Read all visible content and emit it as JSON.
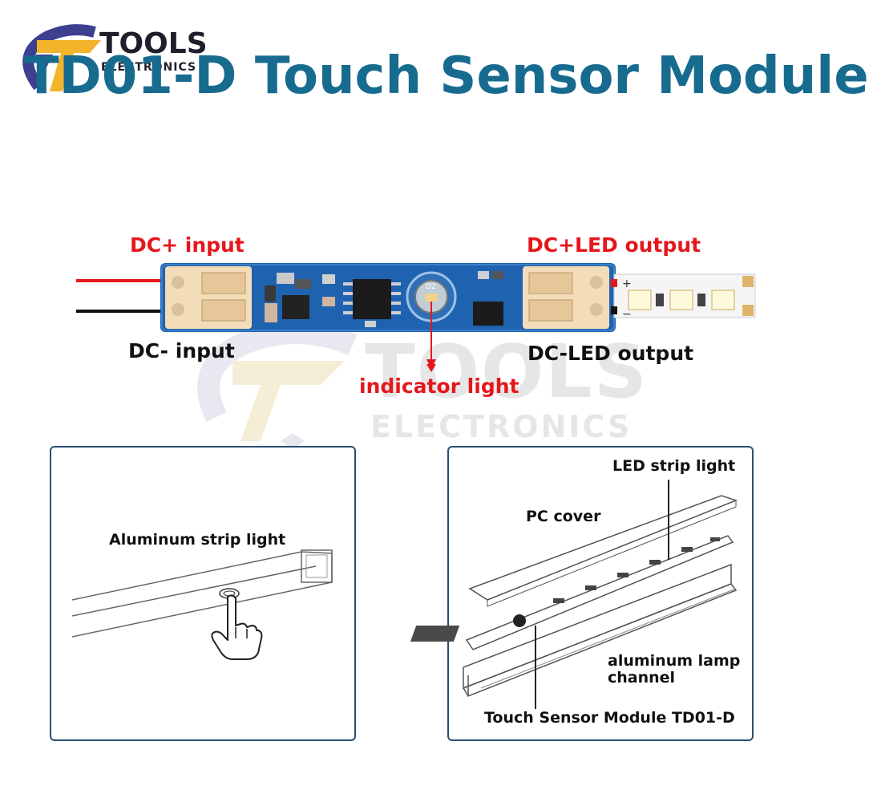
{
  "header": {
    "title": "TD01-D Touch Sensor Module",
    "logo_line1": "TOOLS",
    "logo_line2": "ELECTRONICS"
  },
  "watermark": {
    "line1": "TOOLS",
    "line2": "ELECTRONICS"
  },
  "module_diagram": {
    "dc_plus_input": "DC+ input",
    "dc_minus_input": "DC- input",
    "dc_plus_led_output": "DC+LED output",
    "dc_minus_led_output": "DC-LED output",
    "indicator_light": "indicator light",
    "led_chip_label": "D2"
  },
  "left_panel": {
    "caption": "Aluminum strip light"
  },
  "right_panel": {
    "led_strip_light": "LED strip light",
    "pc_cover": "PC cover",
    "aluminum_lamp_channel_line1": "aluminum lamp",
    "aluminum_lamp_channel_line2": "channel",
    "touch_sensor_module": "Touch Sensor Module TD01-D"
  },
  "colors": {
    "title": "#176b8f",
    "label_red": "#e5171d",
    "pcb_blue": "#1f63b0",
    "panel_border": "#2c4e74"
  }
}
